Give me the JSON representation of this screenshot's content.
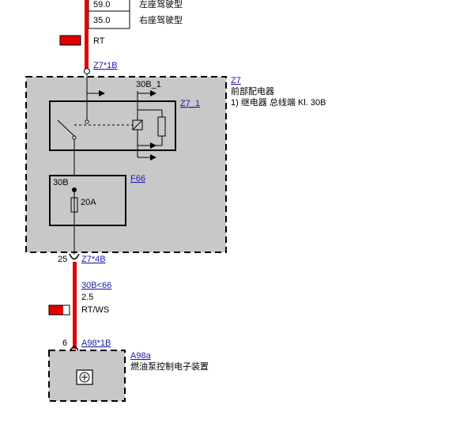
{
  "top_table": {
    "rows": [
      {
        "value": "59.0",
        "label": "左座驾驶型"
      },
      {
        "value": "35.0",
        "label": "右座驾驶型"
      }
    ]
  },
  "wire_top": {
    "color_label": "RT",
    "connector": "Z7*1B"
  },
  "z7": {
    "link": "Z7",
    "title": "前部配电器",
    "note": "1)   继电器 总线端 Kl. 30B",
    "relay_link": "Z7_1",
    "relay_terminal": "30B_1",
    "fuse_link": "F66",
    "fuse_terminal": "30B",
    "fuse_rating": "20A"
  },
  "wire_mid": {
    "pin": "25",
    "connector": "Z7*4B",
    "signal_link": "30B<66",
    "cross_section": "2.5",
    "color_label": "RT/WS"
  },
  "a98a": {
    "pin": "6",
    "connector": "A98*1B",
    "link": "A98a",
    "title": "燃油泵控制电子装置"
  },
  "colors": {
    "wire_red": "#e00000",
    "box_fill": "#c8c8c8",
    "link_blue": "#1a1aa8"
  }
}
